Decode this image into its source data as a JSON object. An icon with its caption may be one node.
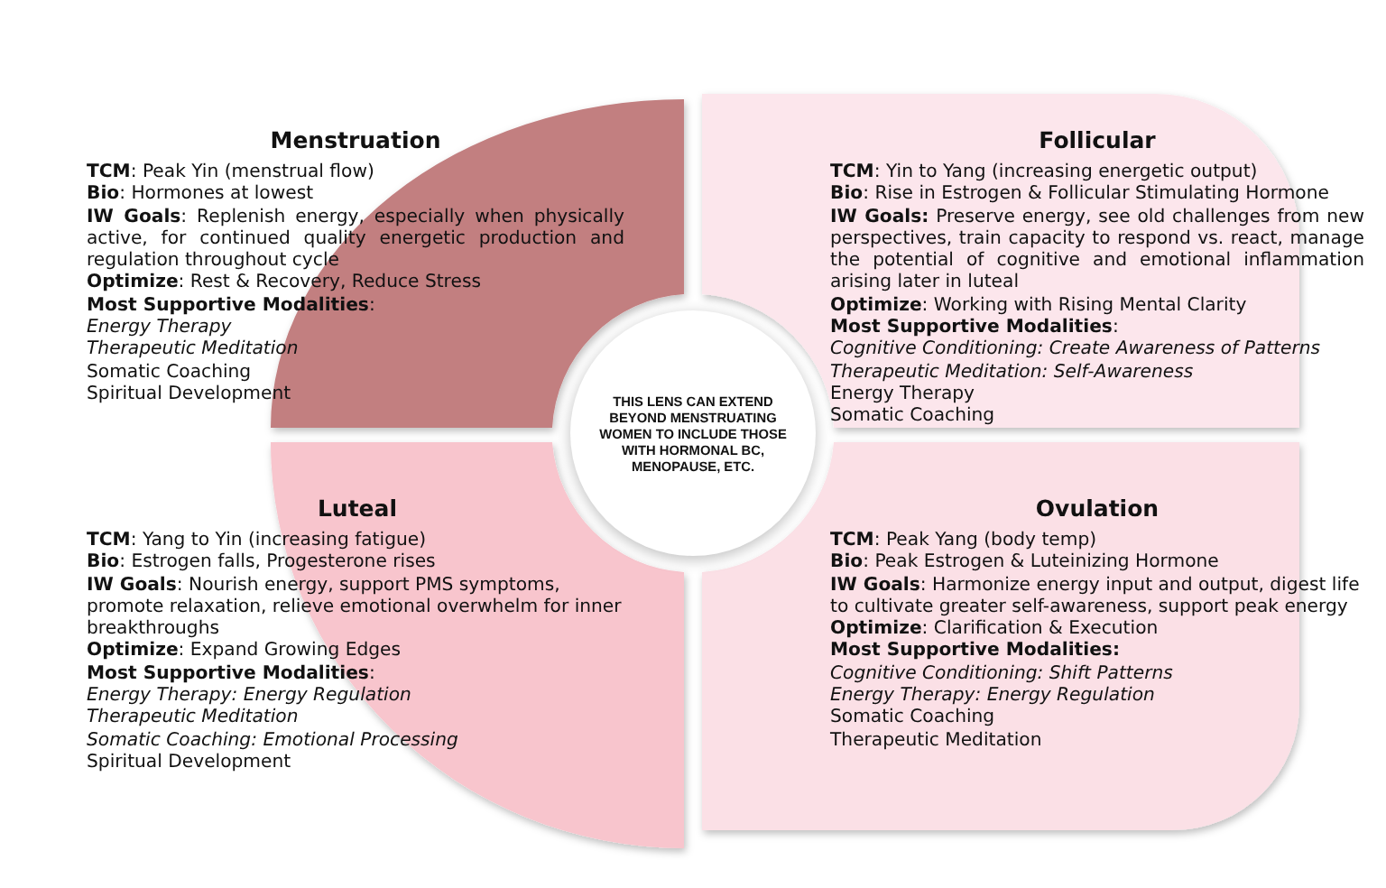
{
  "diagram": {
    "nodes": [
      {
        "text": [
          "Menstruation",
          "**TCM**: Peak Yin (menstrual flow)",
          "**Bio**: Hormones at lowest",
          "**IW Goals**: Replenish energy, especially when physically active, for continued quality energetic production and regulation throughout cycle",
          "**Optimize**: Rest & Recovery, Reduce Stress",
          "**Most Supportive Modalities**:",
          "*Energy Therapy*",
          "*Therapeutic Meditation*",
          "Somatic Coaching",
          "Spiritual Development"
        ]
      },
      {
        "text": [
          "Follicular",
          "**TCM**: Yin to Yang (increasing energetic output)",
          "**Bio**: Rise in Estrogen & Follicular Stimulating Hormone",
          "**IW Goals:** Preserve energy, see old challenges from new perspectives, train capacity to respond vs. react, manage the potential of cognitive and emotional inflammation arising later in luteal",
          "**Optimize**: Working with Rising Mental Clarity",
          "**Most Supportive Modalities**:",
          "*Cognitive Conditioning: Create Awareness of Patterns*",
          "*Therapeutic Meditation: Self-Awareness*",
          "Energy Therapy",
          "Somatic Coaching"
        ]
      },
      {
        "text": [
          "Luteal",
          "**TCM**: Yang to Yin (increasing fatigue)",
          "**Bio**: Estrogen falls, Progesterone rises",
          "**IW Goals**: Nourish energy, support PMS symptoms, promote relaxation, relieve emotional overwhelm for inner breakthroughs",
          "**Optimize**: Expand Growing Edges",
          "**Most Supportive Modalities**:",
          "*Energy Therapy: Energy Regulation*",
          "*Therapeutic Meditation*",
          "*Somatic Coaching: Emotional Processing*",
          "Spiritual Development"
        ]
      },
      {
        "text": [
          "Ovulation",
          "**TCM**: Peak Yang (body temp)",
          "**Bio**: Peak Estrogen & Luteinizing Hormone",
          "**IW Goals**: Harmonize energy input and output, digest life to cultivate greater self-awareness, support peak energy",
          "**Optimize**: Clarification & Execution",
          "**Most Supportive Modalities:**",
          "*Cognitive Conditioning: Shift Patterns*",
          "*Energy Therapy: Energy Regulation*",
          "Somatic Coaching",
          "Therapeutic Meditation"
        ]
      },
      {
        "text": [
          "THIS LENS CAN EXTEND BEYOND MENSTRUATING WOMEN TO INCLUDE THOSE WITH HORMONAL BC, MENOPAUSE, ETC."
        ]
      }
    ]
  }
}
